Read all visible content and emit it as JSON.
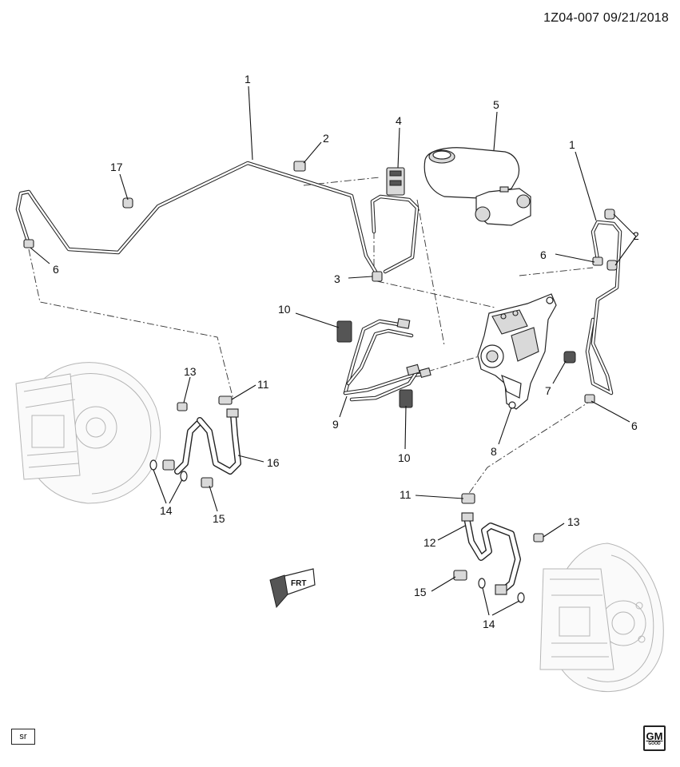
{
  "header": {
    "doc_id": "1Z04-007  09/21/2018"
  },
  "footer": {
    "badge": "sr",
    "logo_text": "GM",
    "logo_sub": "GOOD"
  },
  "fwd_arrow": {
    "label": "FRT"
  },
  "callouts": [
    {
      "id": "c1a",
      "label": "1"
    },
    {
      "id": "c2a",
      "label": "2"
    },
    {
      "id": "c3",
      "label": "3"
    },
    {
      "id": "c4",
      "label": "4"
    },
    {
      "id": "c5",
      "label": "5"
    },
    {
      "id": "c6a",
      "label": "6"
    },
    {
      "id": "c17",
      "label": "17"
    },
    {
      "id": "c1b",
      "label": "1"
    },
    {
      "id": "c2b",
      "label": "2"
    },
    {
      "id": "c6b",
      "label": "6"
    },
    {
      "id": "c10a",
      "label": "10"
    },
    {
      "id": "c7",
      "label": "7"
    },
    {
      "id": "c6c",
      "label": "6"
    },
    {
      "id": "c13a",
      "label": "13"
    },
    {
      "id": "c11a",
      "label": "11"
    },
    {
      "id": "c9",
      "label": "9"
    },
    {
      "id": "c10b",
      "label": "10"
    },
    {
      "id": "c8",
      "label": "8"
    },
    {
      "id": "c16",
      "label": "16"
    },
    {
      "id": "c14a",
      "label": "14"
    },
    {
      "id": "c15a",
      "label": "15"
    },
    {
      "id": "c11b",
      "label": "11"
    },
    {
      "id": "c13b",
      "label": "13"
    },
    {
      "id": "c12",
      "label": "12"
    },
    {
      "id": "c15b",
      "label": "15"
    },
    {
      "id": "c14b",
      "label": "14"
    }
  ]
}
